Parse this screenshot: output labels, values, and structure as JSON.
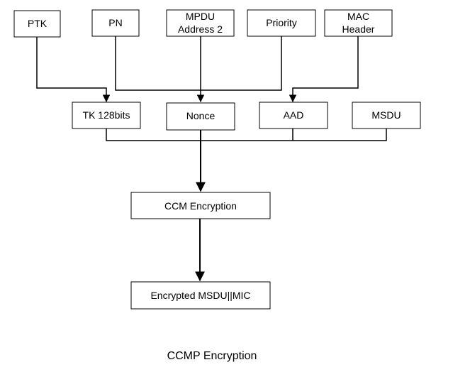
{
  "diagram": {
    "inputs": {
      "ptk": "PTK",
      "pn": "PN",
      "mpdu_line1": "MPDU",
      "mpdu_line2": "Address 2",
      "priority": "Priority",
      "mac_line1": "MAC",
      "mac_line2": "Header"
    },
    "middle": {
      "tk": "TK 128bits",
      "nonce": "Nonce",
      "aad": "AAD",
      "msdu": "MSDU"
    },
    "ccm": "CCM Encryption",
    "output": "Encrypted MSDU||MIC",
    "caption": "CCMP Encryption"
  },
  "colors": {
    "stroke": "#000000",
    "background": "#ffffff"
  }
}
